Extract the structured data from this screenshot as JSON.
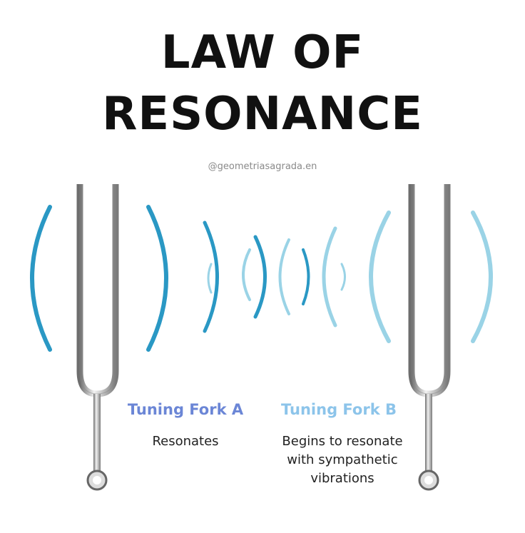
{
  "title_line1": "LAW OF",
  "title_line2": "RESONANCE",
  "handle": "@geometriasagrada.en",
  "fork_a": {
    "label": "Tuning Fork A",
    "description": "Resonates",
    "color": "#6b86d6"
  },
  "fork_b": {
    "label": "Tuning Fork B",
    "description_lines": [
      "Begins to resonate",
      "with sympathetic",
      "vibrations"
    ],
    "color": "#8cc4ea"
  },
  "wave_colors": {
    "strong": "#2a98c4",
    "weak": "#9ad3e6"
  }
}
